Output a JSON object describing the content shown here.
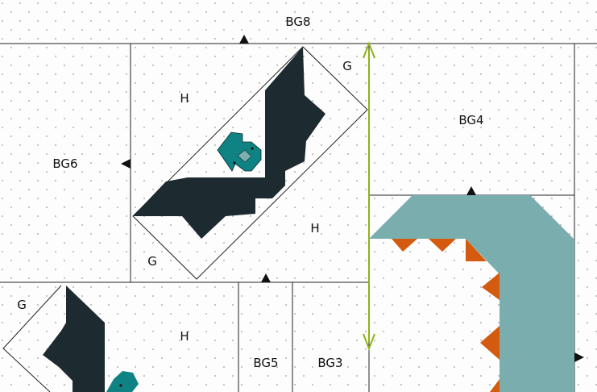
{
  "labels": {
    "bg8": "BG8",
    "bg6": "BG6",
    "bg4": "BG4",
    "bg5": "BG5",
    "bg3": "BG3",
    "g1": "G",
    "g2": "G",
    "g3": "G",
    "h1": "H",
    "h2": "H",
    "h3": "H"
  },
  "colors": {
    "background": "#fdfdfd",
    "dots": "#9a9a9a",
    "bat_body": "#1d2a30",
    "bat_face": "#0f8384",
    "bat_face_light": "#7eaeae",
    "tentacle": "#7aaeae",
    "spikes": "#d35a0e",
    "arrow": "#8fb21a",
    "outline": "#222222"
  },
  "icons": {
    "dimension_arrow": "double-headed-arrow-icon",
    "align_marker": "triangle-marker-icon"
  }
}
